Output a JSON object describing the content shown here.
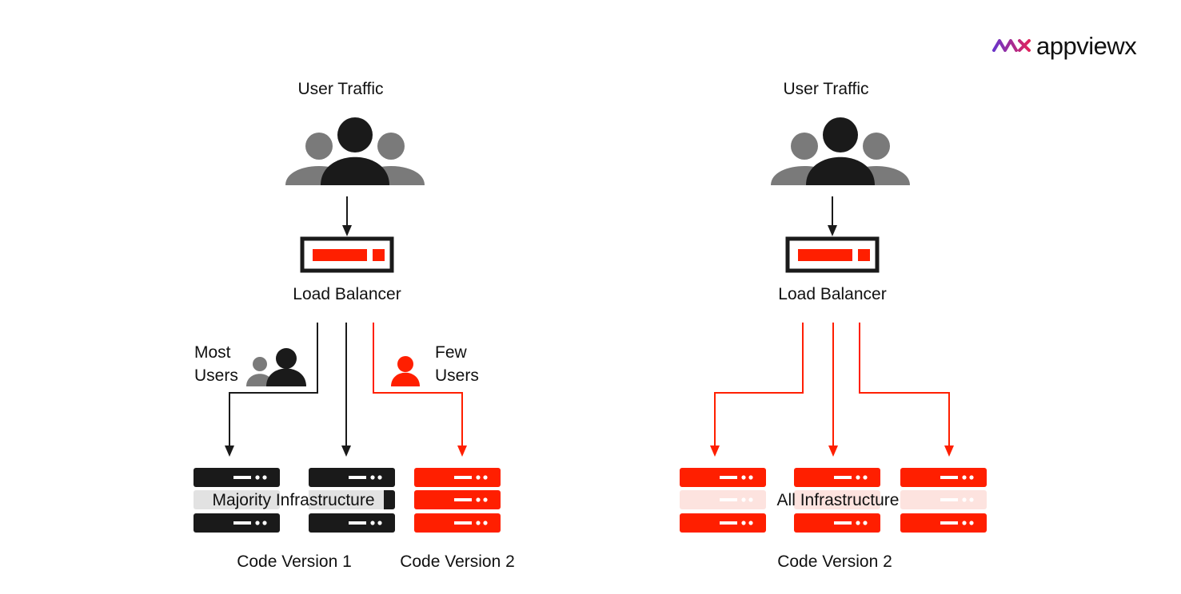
{
  "brand": {
    "name": "appviewx",
    "color_purple": "#6a34c9",
    "color_red": "#e0245e"
  },
  "colors": {
    "red": "#ff1f00",
    "black": "#1a1a1a",
    "gray": "#7a7a7a",
    "light_red": "#fde3df",
    "light_gray": "#e2e2e2"
  },
  "left": {
    "title": "User Traffic",
    "balancer": "Load Balancer",
    "most_users": "Most\nUsers",
    "few_users": "Few\nUsers",
    "infra": "Majority Infrastructure",
    "version1": "Code Version 1",
    "version2": "Code Version 2"
  },
  "right": {
    "title": "User Traffic",
    "balancer": "Load Balancer",
    "infra": "All Infrastructure",
    "version2": "Code Version 2"
  },
  "icons": {
    "users_group": "users-group-icon",
    "load_balancer": "load-balancer-icon",
    "server": "server-rack-icon",
    "arrow": "arrow-down-icon"
  }
}
